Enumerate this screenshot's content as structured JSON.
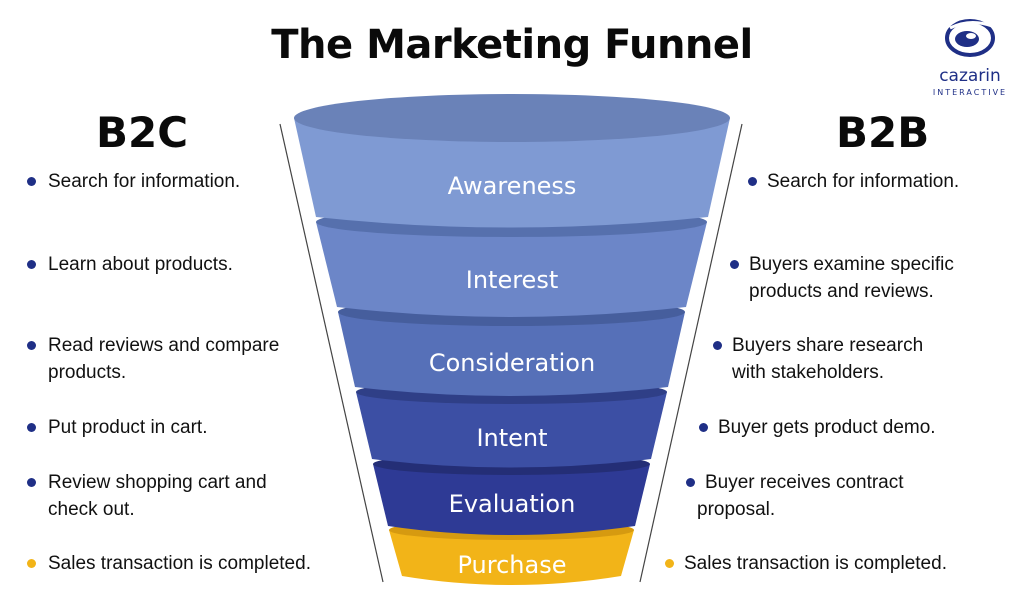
{
  "title": "The Marketing Funnel",
  "logo": {
    "name": "cazarin",
    "subtitle": "INTERACTIVE",
    "icon": "eye-swoosh-icon",
    "color": "#1f2f86"
  },
  "b2c": {
    "heading": "B2C",
    "items": [
      {
        "lines": [
          "Search for information."
        ],
        "bullet": "blue"
      },
      {
        "lines": [
          "Learn about products."
        ],
        "bullet": "blue"
      },
      {
        "lines": [
          "Read reviews and compare",
          "products."
        ],
        "bullet": "blue"
      },
      {
        "lines": [
          "Put product in cart."
        ],
        "bullet": "blue"
      },
      {
        "lines": [
          "Review shopping cart and",
          "check out."
        ],
        "bullet": "blue"
      },
      {
        "lines": [
          "Sales transaction is completed."
        ],
        "bullet": "gold"
      }
    ]
  },
  "b2b": {
    "heading": "B2B",
    "items": [
      {
        "lines": [
          "Search for information."
        ],
        "bullet": "blue"
      },
      {
        "lines": [
          "Buyers examine specific",
          "products and reviews."
        ],
        "bullet": "blue"
      },
      {
        "lines": [
          "Buyers share research",
          "with stakeholders."
        ],
        "bullet": "blue"
      },
      {
        "lines": [
          "Buyer gets product demo."
        ],
        "bullet": "blue"
      },
      {
        "lines": [
          "Buyer receives contract",
          "proposal."
        ],
        "bullet": "blue"
      },
      {
        "lines": [
          "Sales transaction is completed."
        ],
        "bullet": "gold"
      }
    ]
  },
  "funnel": {
    "stages": [
      {
        "label": "Awareness",
        "color": "#7f9ad3",
        "rim": "#6a82b8"
      },
      {
        "label": "Interest",
        "color": "#6c86c8",
        "rim": "#5670ad"
      },
      {
        "label": "Consideration",
        "color": "#5670b8",
        "rim": "#465e9d"
      },
      {
        "label": "Intent",
        "color": "#3c4fa4",
        "rim": "#2f3f87"
      },
      {
        "label": "Evaluation",
        "color": "#2e3a95",
        "rim": "#242e76"
      },
      {
        "label": "Purchase",
        "color": "#f2b418",
        "rim": "#d69a10"
      }
    ]
  },
  "colors": {
    "blue_bullet": "#1f2f86",
    "gold_bullet": "#f2b418"
  }
}
